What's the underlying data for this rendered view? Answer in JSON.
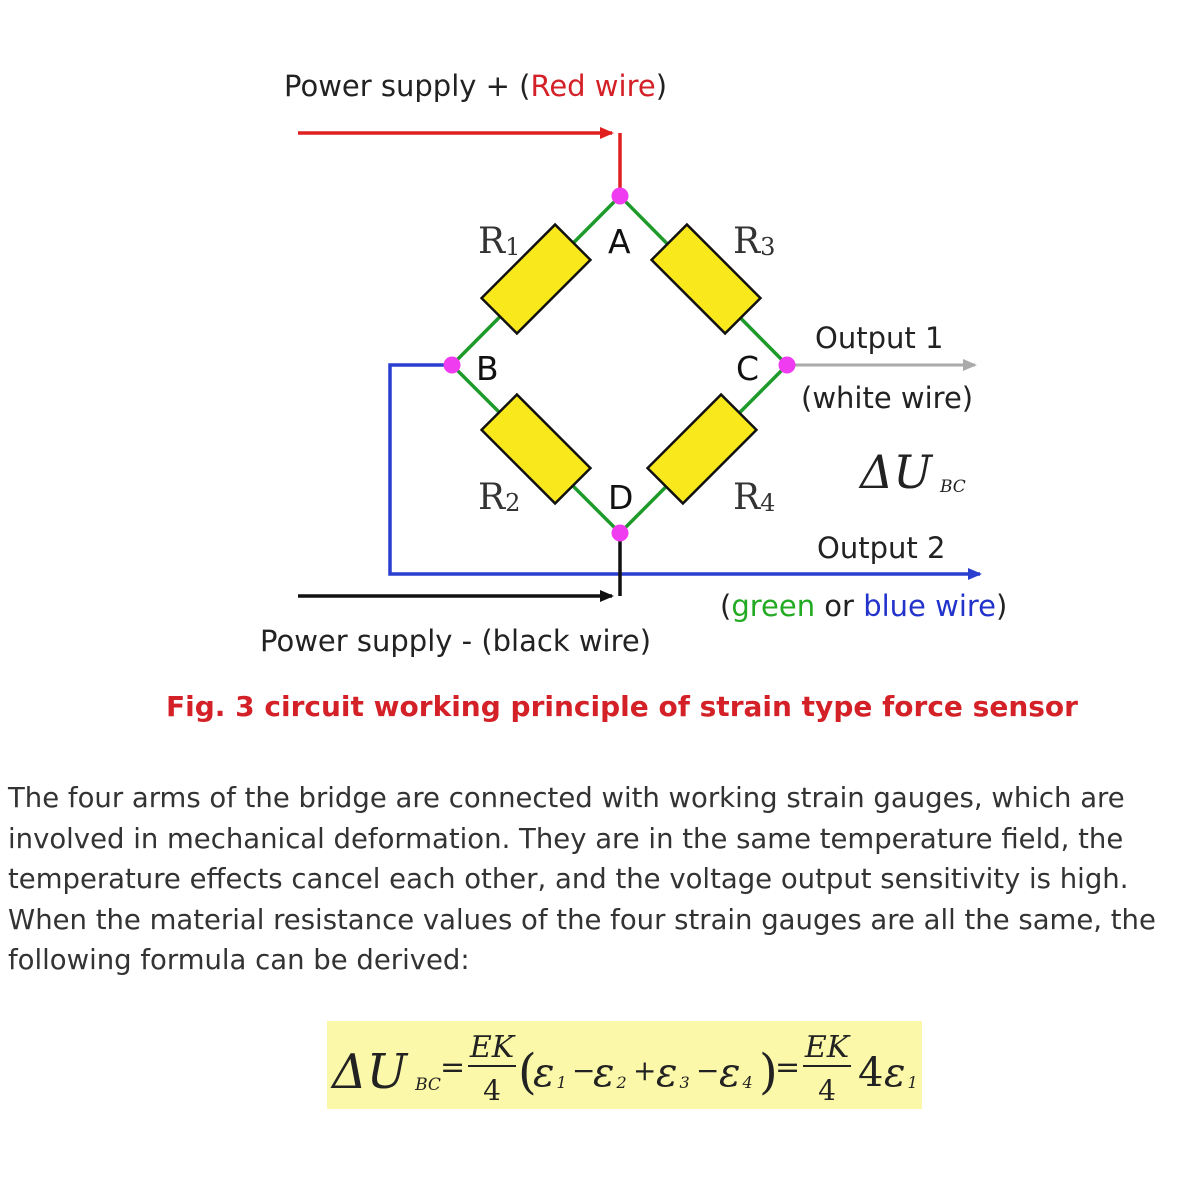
{
  "colors": {
    "red_wire": "#e02020",
    "black_wire": "#111111",
    "blue_wire": "#2a3fd0",
    "white_wire": "#aaaaaa",
    "green_wire": "#1e9a2a",
    "resistor_fill": "#f8e81c",
    "resistor_stroke": "#111111",
    "node_dot": "#f03cf0",
    "caption": "#d42027",
    "formula_bg": "#fbf8a9",
    "label_green": "#22aa22",
    "label_blue": "#2233cc"
  },
  "labels": {
    "power_plus_a": "Power supply + (",
    "power_plus_red": "Red wire",
    "power_plus_b": ")",
    "power_minus": "Power supply - (black wire)",
    "output1": "Output 1",
    "output1_wire": "(white wire)",
    "output2": "Output 2",
    "output2_a": "(",
    "output2_green": "green",
    "output2_or": " or ",
    "output2_blue": "blue wire",
    "output2_b": ")",
    "delta_u": "ΔU",
    "delta_u_sub": "BC"
  },
  "nodes": {
    "a": "A",
    "b": "B",
    "c": "C",
    "d": "D"
  },
  "resistors": [
    {
      "letter": "R",
      "index": "1"
    },
    {
      "letter": "R",
      "index": "2"
    },
    {
      "letter": "R",
      "index": "3"
    },
    {
      "letter": "R",
      "index": "4"
    }
  ],
  "caption": "Fig. 3 circuit working principle of strain type force sensor",
  "paragraph": "The four arms of the bridge are connected with working strain gauges, which are involved in mechanical deformation. They are in the same temperature field, the temperature effects cancel each other, and the voltage output sensitivity is high. When the material resistance values of the four strain gauges are all the same, the following formula can be derived:",
  "formula": {
    "lhs": "ΔU",
    "lhs_sub": "BC",
    "equals": "=",
    "frac_num": "EK",
    "frac_den": "4",
    "open_paren": "(",
    "close_paren": ")",
    "epsilon": "ε",
    "e1_sub": "1",
    "e2_sub": "2",
    "e3_sub": "3",
    "e4_sub": "4",
    "minus": "−",
    "plus": "+",
    "coef": "4",
    "final_sub": "1"
  }
}
